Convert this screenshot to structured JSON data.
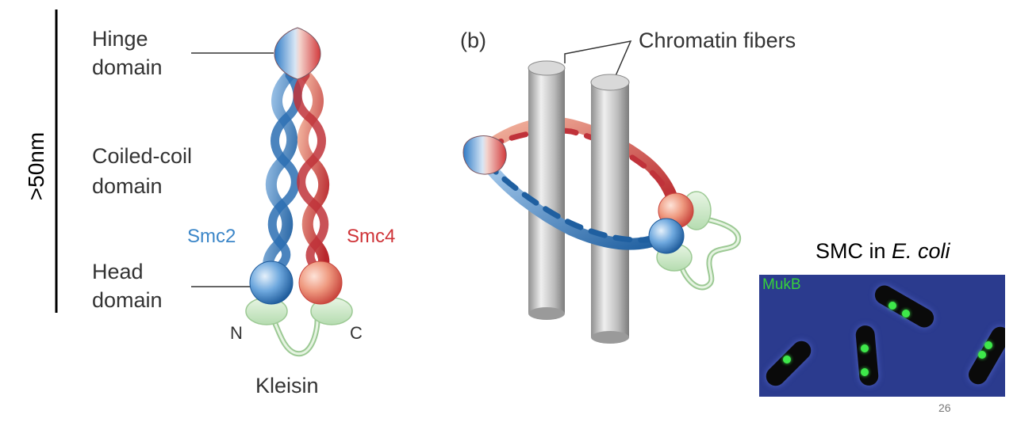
{
  "scale_label": ">50nm",
  "panel_a": {
    "hinge_label_line1": "Hinge",
    "hinge_label_line2": "domain",
    "coil_label_line1": "Coiled-coil",
    "coil_label_line2": "domain",
    "head_label_line1": "Head",
    "head_label_line2": "domain",
    "smc2_label": "Smc2",
    "smc4_label": "Smc4",
    "n_label": "N",
    "c_label": "C",
    "kleisin_label": "Kleisin"
  },
  "panel_b": {
    "panel_letter": "(b)",
    "chromatin_label": "Chromatin fibers"
  },
  "ecoli": {
    "title_prefix": "SMC in ",
    "title_italic": "E. coli",
    "micro_label": "MukB"
  },
  "slide_number": "26",
  "colors": {
    "smc2_blue": "#3b86c8",
    "smc4_red": "#cf3438",
    "kleisin_green": "#cfe8c9",
    "fiber_gray": "#c9c9c9",
    "micro_bg": "#2b3b8e",
    "gfp_green": "#3ee84a"
  }
}
